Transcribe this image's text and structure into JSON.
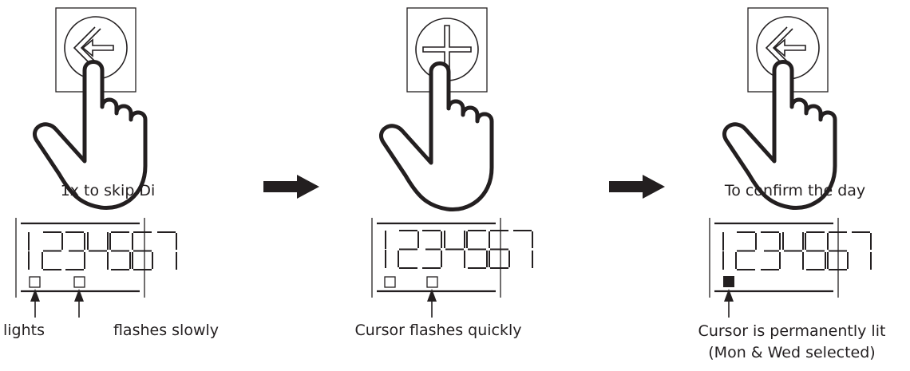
{
  "steps": [
    {
      "button_icon": "enter-icon",
      "caption": "1x to skip Di",
      "display_digits": "1234567",
      "markers": [
        "open-square",
        "open-square"
      ],
      "annotations": [
        "lights",
        "flashes slowly"
      ]
    },
    {
      "button_icon": "plus-icon",
      "caption": "",
      "display_digits": "1234567",
      "markers": [
        "open-square",
        "open-square"
      ],
      "annotations": [
        "Cursor flashes quickly"
      ]
    },
    {
      "button_icon": "enter-icon",
      "caption": "To confirm the day",
      "display_digits": "1234567",
      "markers": [
        "filled-square"
      ],
      "annotations": [
        "Cursor is permanently lit",
        "(Mon & Wed selected)"
      ]
    }
  ],
  "flow_icon": "right-arrow-icon"
}
